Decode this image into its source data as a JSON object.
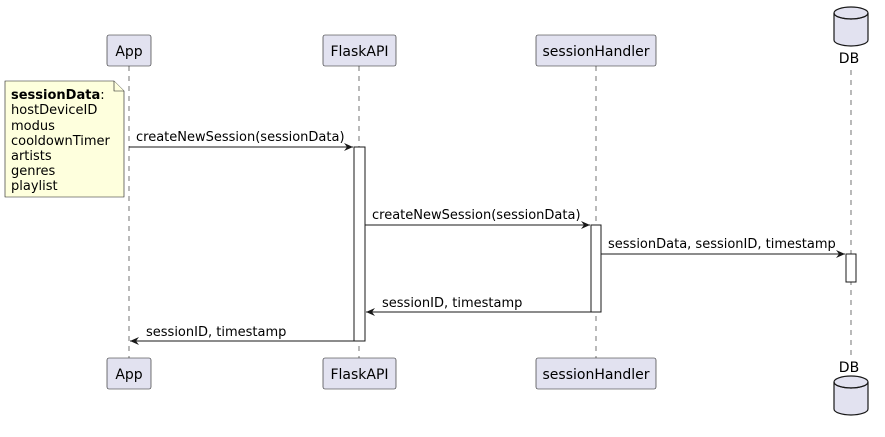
{
  "participants": {
    "app": "App",
    "flask": "FlaskAPI",
    "handler": "sessionHandler",
    "db": "DB"
  },
  "note": {
    "title": "sessionData",
    "colon": ":",
    "lines": [
      "hostDeviceID",
      "modus",
      "cooldownTimer",
      "artists",
      "genres",
      "playlist"
    ]
  },
  "messages": [
    "createNewSession(sessionData)",
    "createNewSession(sessionData)",
    "sessionData, sessionID, timestamp",
    "sessionID, timestamp",
    "sessionID, timestamp"
  ],
  "colors": {
    "participant_fill": "#e2e2f0",
    "participant_stroke": "#181818",
    "note_fill": "#feffdd",
    "lifeline": "#181818"
  }
}
